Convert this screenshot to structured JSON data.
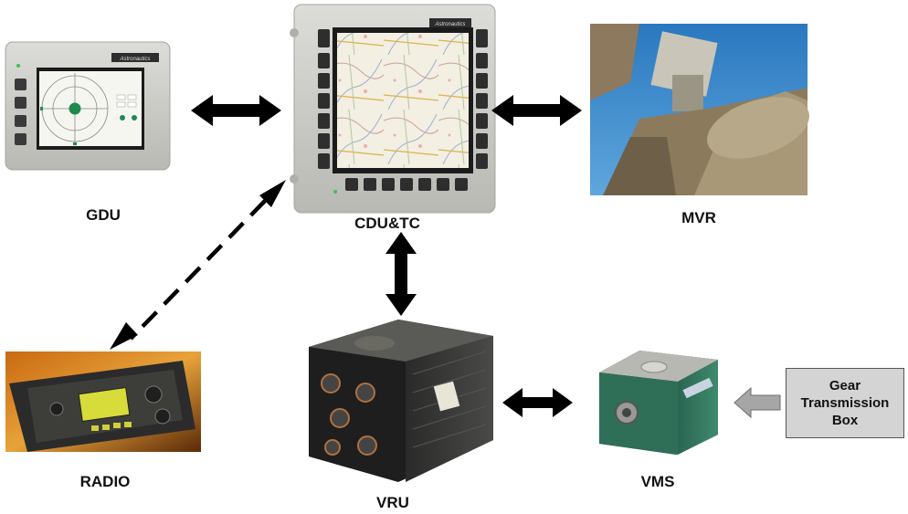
{
  "nodes": {
    "gdu": {
      "label": "GDU"
    },
    "cdutc": {
      "label": "CDU&TC"
    },
    "mvr": {
      "label": "MVR"
    },
    "radio": {
      "label": "RADIO"
    },
    "vru": {
      "label": "VRU"
    },
    "vms": {
      "label": "VMS"
    },
    "gear_box": {
      "lines": [
        "Gear",
        "Transmission",
        "Box"
      ]
    }
  },
  "devices": {
    "gdu_brand": "Astronautics",
    "cdutc_brand": "Astronautics"
  },
  "colors": {
    "arrow": "#000000",
    "gear_arrow": "#a6a6a6",
    "gear_box_fill": "#d4d4d4",
    "device_grey": "#c9c9c4",
    "gdu_target": "#1e8a4c",
    "vms_green": "#2f6e57",
    "sky_blue": "#2f7fc3"
  },
  "links": [
    {
      "from": "gdu",
      "to": "cdutc",
      "style": "solid",
      "direction": "both"
    },
    {
      "from": "cdutc",
      "to": "mvr",
      "style": "solid",
      "direction": "both"
    },
    {
      "from": "cdutc",
      "to": "vru",
      "style": "solid",
      "direction": "both"
    },
    {
      "from": "cdutc",
      "to": "radio",
      "style": "dashed",
      "direction": "both"
    },
    {
      "from": "vru",
      "to": "vms",
      "style": "solid",
      "direction": "both"
    },
    {
      "from": "gear_box",
      "to": "vms",
      "style": "hollow",
      "direction": "single"
    }
  ]
}
